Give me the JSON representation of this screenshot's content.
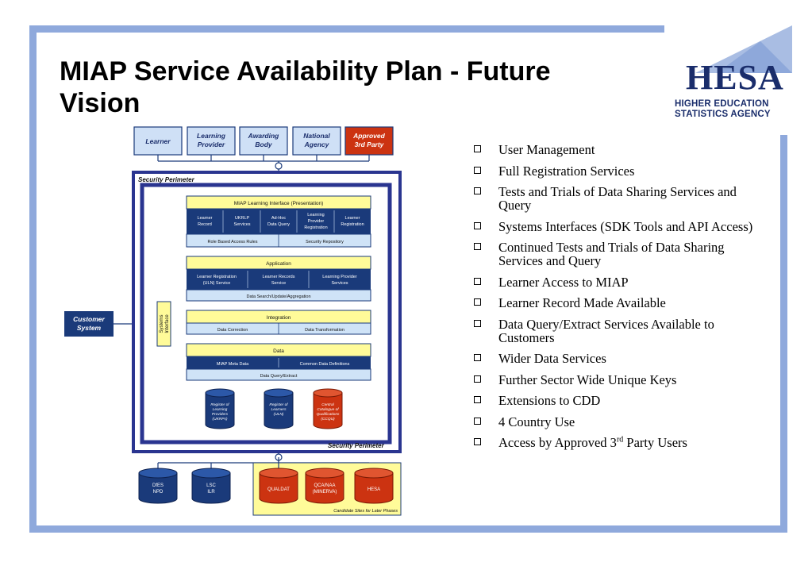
{
  "title": "MIAP Service Availability Plan - Future Vision",
  "logo": {
    "word": "HESA",
    "line1": "HIGHER EDUCATION",
    "line2": "STATISTICS AGENCY"
  },
  "bullets": [
    {
      "text": "User Management"
    },
    {
      "text": "Full Registration Services"
    },
    {
      "text": "Tests and Trials of Data Sharing Services and Query"
    },
    {
      "text": "Systems Interfaces (SDK Tools and API Access)"
    },
    {
      "text": "Continued Tests and Trials of Data Sharing Services and Query"
    },
    {
      "text": "Learner Access to MIAP"
    },
    {
      "text": "Learner Record Made Available"
    },
    {
      "text": "Data Query/Extract Services Available to Customers"
    },
    {
      "text": "Wider Data Services"
    },
    {
      "text": "Further Sector Wide Unique Keys"
    },
    {
      "text": "Extensions to CDD"
    },
    {
      "text": "4 Country Use"
    },
    {
      "text": "Access by Approved 3",
      "sup": "rd",
      "after": " Party Users"
    }
  ],
  "diagram": {
    "top_boxes": [
      {
        "l1": "Learner",
        "l2": ""
      },
      {
        "l1": "Learning",
        "l2": "Provider"
      },
      {
        "l1": "Awarding",
        "l2": "Body"
      },
      {
        "l1": "National",
        "l2": "Agency"
      },
      {
        "l1": "Approved",
        "l2": "3rd Party"
      }
    ],
    "security_perimeter": "Security Perimeter",
    "customer_system": {
      "l1": "Customer",
      "l2": "System"
    },
    "systems_interface": {
      "l1": "Systems",
      "l2": "Interface"
    },
    "presentation": {
      "header": "MIAP Learning Interface (Presentation)",
      "services": [
        {
          "l1": "Learner",
          "l2": "Record",
          "l3": ""
        },
        {
          "l1": "UKRLP",
          "l2": "Services",
          "l3": ""
        },
        {
          "l1": "Ad-Hoc",
          "l2": "Data Query",
          "l3": ""
        },
        {
          "l1": "Learning",
          "l2": "Provider",
          "l3": "Registration"
        },
        {
          "l1": "Learner",
          "l2": "Registration",
          "l3": ""
        }
      ],
      "footer_left": "Role Based Access Rules",
      "footer_right": "Security Repository"
    },
    "application": {
      "header": "Application",
      "services": [
        {
          "l1": "Learner Registration",
          "l2": "(ULN) Service"
        },
        {
          "l1": "Learner Records",
          "l2": "Service"
        },
        {
          "l1": "Learning Provider",
          "l2": "Services"
        }
      ],
      "footer": "Data Search/Update/Aggregation"
    },
    "integration": {
      "header": "Integration",
      "left": "Data Correction",
      "right": "Data Transformation"
    },
    "data": {
      "header": "Data",
      "left": "MIAP Meta Data",
      "right": "Common Data Definitions",
      "footer": "Data Query/Extract"
    },
    "internal_dbs": [
      {
        "l1": "Register of",
        "l2": "Learning",
        "l3": "Providers",
        "l4": "(UKRPs)"
      },
      {
        "l1": "Register of",
        "l2": "Learners",
        "l3": "(ULN)",
        "l4": ""
      },
      {
        "l1": "Central",
        "l2": "Catalogue of",
        "l3": "Qualifications",
        "l4": "(CCQU)"
      }
    ],
    "external_dbs_left": [
      {
        "l1": "DfES",
        "l2": "NPD"
      },
      {
        "l1": "LSC",
        "l2": "ILR"
      }
    ],
    "external_dbs_right": [
      {
        "l1": "QUALDAT",
        "l2": ""
      },
      {
        "l1": "QCA/NAA",
        "l2": "(MINERVA)"
      },
      {
        "l1": "HESA",
        "l2": ""
      }
    ],
    "candidate_label": "Candidate Sites for Later Phases",
    "colors": {
      "navy": "#1a3a7a",
      "light_blue": "#cfe3f7",
      "yellow": "#fffb99",
      "red": "#cc3311",
      "perimeter": "#2a3590",
      "top_box": "#cfe0f6"
    }
  }
}
